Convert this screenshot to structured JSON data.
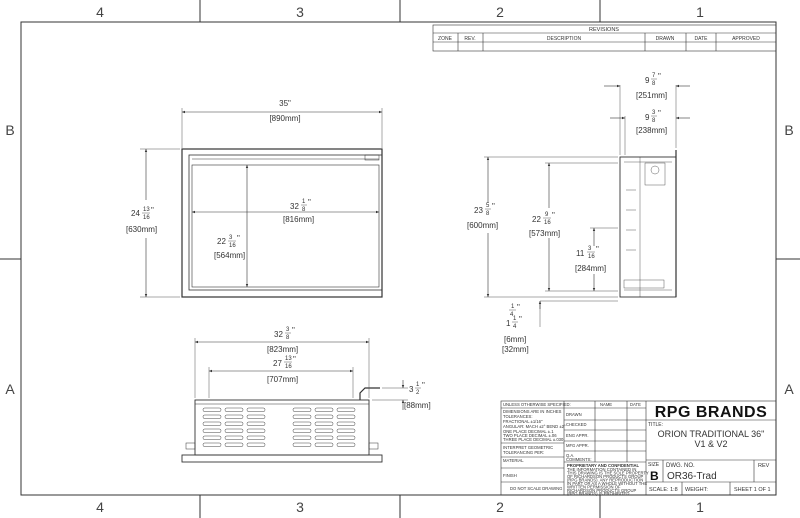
{
  "border": {
    "columns": [
      "4",
      "3",
      "2",
      "1"
    ],
    "rows": [
      "B",
      "A"
    ]
  },
  "revisions": {
    "title": "REVISIONS",
    "headers": [
      "ZONE",
      "REV.",
      "DESCRIPTION",
      "DRAWN",
      "DATE",
      "APPROVED"
    ]
  },
  "front_view": {
    "width": "35\"",
    "width_mm": "[890mm]",
    "height_whole": "24",
    "height_frac_num": "13",
    "height_frac_den": "16",
    "height_unit": "\"",
    "height_mm": "[630mm]",
    "inner_width_whole": "32",
    "inner_width_num": "1",
    "inner_width_den": "8",
    "inner_width_unit": "\"",
    "inner_width_mm": "[816mm]",
    "inner_height_whole": "22",
    "inner_height_num": "3",
    "inner_height_den": "16",
    "inner_height_unit": "\"",
    "inner_height_mm": "[564mm]"
  },
  "side_view": {
    "depth1_whole": "9",
    "depth1_num": "7",
    "depth1_den": "8",
    "depth1_unit": "\"",
    "depth1_mm": "[251mm]",
    "depth2_whole": "9",
    "depth2_num": "3",
    "depth2_den": "8",
    "depth2_unit": "\"",
    "depth2_mm": "[238mm]",
    "h1_whole": "23",
    "h1_num": "5",
    "h1_den": "8",
    "h1_unit": "\"",
    "h1_mm": "[600mm]",
    "h2_whole": "22",
    "h2_num": "9",
    "h2_den": "16",
    "h2_unit": "\"",
    "h2_mm": "[573mm]",
    "h3_whole": "11",
    "h3_num": "3",
    "h3_den": "16",
    "h3_unit": "\"",
    "h3_mm": "[284mm]",
    "q_num": "1",
    "q_den": "4",
    "q_unit": "\"",
    "q2_whole": "1",
    "q2_num": "1",
    "q2_den": "4",
    "q2_unit": "\"",
    "q_mm": "[6mm]",
    "q2_mm": "[32mm]"
  },
  "top_view": {
    "w1_whole": "32",
    "w1_num": "3",
    "w1_den": "8",
    "w1_unit": "\"",
    "w1_mm": "[823mm]",
    "w2_whole": "27",
    "w2_num": "13",
    "w2_den": "16",
    "w2_unit": "\"",
    "w2_mm": "[707mm]",
    "pipe_whole": "3",
    "pipe_num": "1",
    "pipe_den": "2",
    "pipe_unit": "\"",
    "pipe_mm": "[88mm]"
  },
  "title_block": {
    "unless": "UNLESS OTHERWISE SPECIFIED:",
    "name": "NAME",
    "date": "DATE",
    "dims_1": "DIMENSIONS ARE IN INCHES",
    "dims_2": "TOLERANCES:",
    "dims_3": "FRACTIONAL ±1/16\"",
    "dims_4": "ANGULAR: MACH ±2° BEND ±2°",
    "dims_5": "ONE PLACE DECIMAL   ±.1",
    "dims_6": "TWO PLACE DECIMAL   ±.06",
    "dims_7": "THREE PLACE DECIMAL ±.030",
    "drawn": "DRAWN",
    "checked": "CHECKED",
    "eng_appr": "ENG APPR.",
    "mfg_appr": "MFG APPR.",
    "qa": "Q.A.",
    "comments": "COMMENTS:",
    "interpret_1": "INTERPRET GEOMETRIC",
    "interpret_2": "TOLERANCING PER:",
    "material": "MATERIAL",
    "finish": "FINISH",
    "do_not_scale": "DO NOT SCALE DRAWING",
    "prop_title": "PROPRIETARY AND CONFIDENTIAL",
    "prop_1": "THE INFORMATION CONTAINED IN",
    "prop_2": "THIS DRAWING IS THE SOLE PROPERTY",
    "prop_3": "OF RICHARDSON PRODUCTS GROUP",
    "prop_4": "(RPG BRANDS). ANY REPRODUCTION",
    "prop_5": "IN PART OR AS A WHOLE WITHOUT THE",
    "prop_6": "WRITTEN PERMISSION OF",
    "prop_7": "RICHARDSON PRODUCTS GROUP",
    "prop_8": "(RPG BRANDS) IS PROHIBITED.",
    "company": "RPG BRANDS",
    "title_label": "TITLE:",
    "title_line1": "ORION TRADITIONAL 36\"",
    "title_line2": "V1 & V2",
    "size_label": "SIZE",
    "size_value": "B",
    "dwg_label": "DWG.  NO.",
    "dwg_value": "OR36-Trad",
    "rev_label": "REV",
    "scale": "SCALE: 1:8",
    "weight": "WEIGHT:",
    "sheet": "SHEET 1 OF 1"
  }
}
